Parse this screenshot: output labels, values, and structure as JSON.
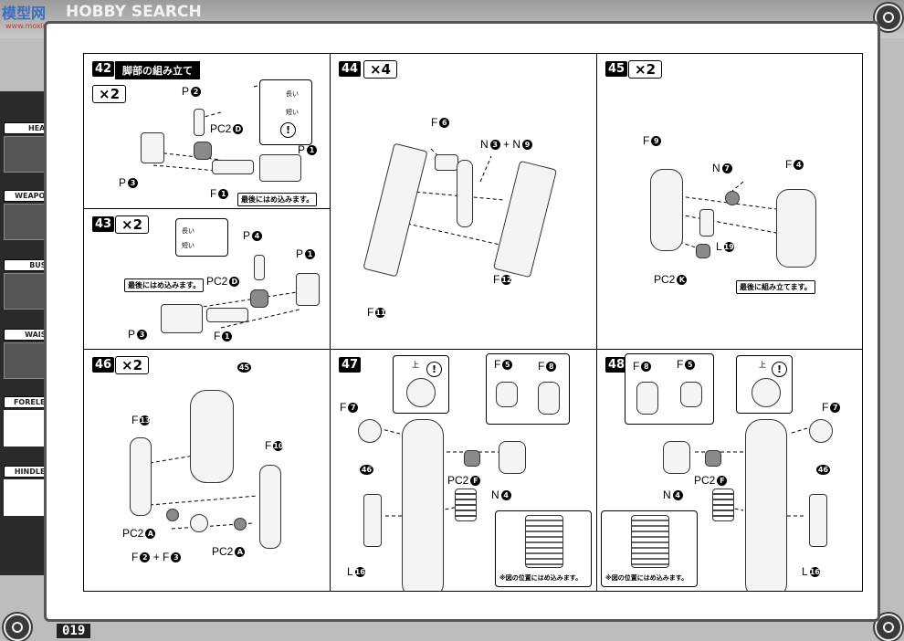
{
  "header": {
    "logo_text": "模型网",
    "logo_sub": "www.moxing.net",
    "brand": "HOBBY SEARCH"
  },
  "page_number": "019",
  "sidebar": {
    "items": [
      {
        "label": "HEAD",
        "active": false
      },
      {
        "label": "WEAPON",
        "active": false
      },
      {
        "label": "BUST",
        "active": false
      },
      {
        "label": "WAIST",
        "active": false
      },
      {
        "label": "FORELEG",
        "active": true
      },
      {
        "label": "HINDLEG",
        "active": true
      }
    ]
  },
  "steps": {
    "s42": {
      "num": "42",
      "title": "脚部の組み立て",
      "mult": "×2",
      "labels": {
        "p2": "P",
        "p2n": "2",
        "pc2d": "PC2",
        "pc2dn": "D",
        "p1": "P",
        "p1n": "1",
        "p3": "P",
        "p3n": "3",
        "f1": "F",
        "f1n": "1"
      },
      "long": "長い",
      "short": "短い",
      "warn": "!",
      "note": "最後にはめ込みます。"
    },
    "s43": {
      "num": "43",
      "mult": "×2",
      "labels": {
        "p4": "P",
        "p4n": "4",
        "pc2d": "PC2",
        "pc2dn": "D",
        "p1": "P",
        "p1n": "1",
        "p3": "P",
        "p3n": "3",
        "f1": "F",
        "f1n": "1"
      },
      "long": "長い",
      "short": "短い",
      "note": "最後にはめ込みます。"
    },
    "s44": {
      "num": "44",
      "mult": "×4",
      "labels": {
        "f6": "F",
        "f6n": "6",
        "n3": "N",
        "n3n": "3",
        "plus": "+",
        "n9": "N",
        "n9n": "9",
        "f11": "F",
        "f11n": "11",
        "f12": "F",
        "f12n": "12"
      }
    },
    "s45": {
      "num": "45",
      "mult": "×2",
      "labels": {
        "f9": "F",
        "f9n": "9",
        "n7": "N",
        "n7n": "7",
        "f4": "F",
        "f4n": "4",
        "l19": "L",
        "l19n": "19",
        "pc2k": "PC2",
        "pc2kn": "K"
      },
      "note": "最後に組み立てます。"
    },
    "s46": {
      "num": "46",
      "mult": "×2",
      "labels": {
        "ref45": "45",
        "f13": "F",
        "f13n": "13",
        "f10": "F",
        "f10n": "10",
        "pc2a1": "PC2",
        "pc2a1n": "A",
        "f2": "F",
        "f2n": "2",
        "plus": "+",
        "f3": "F",
        "f3n": "3",
        "pc2a2": "PC2",
        "pc2a2n": "A"
      }
    },
    "s47": {
      "num": "47",
      "labels": {
        "up": "上",
        "f5": "F",
        "f5n": "5",
        "f8": "F",
        "f8n": "8",
        "f7": "F",
        "f7n": "7",
        "ref46": "46",
        "pc2f": "PC2",
        "pc2fn": "F",
        "n4": "N",
        "n4n": "4",
        "l16": "L",
        "l16n": "16"
      },
      "note": "※図の位置にはめ込みます。"
    },
    "s48": {
      "num": "48",
      "labels": {
        "up": "上",
        "f8": "F",
        "f8n": "8",
        "f5": "F",
        "f5n": "5",
        "f7": "F",
        "f7n": "7",
        "ref46": "46",
        "pc2f": "PC2",
        "pc2fn": "F",
        "n4": "N",
        "n4n": "4",
        "l16": "L",
        "l16n": "16"
      },
      "note": "※図の位置にはめ込みます。"
    }
  }
}
